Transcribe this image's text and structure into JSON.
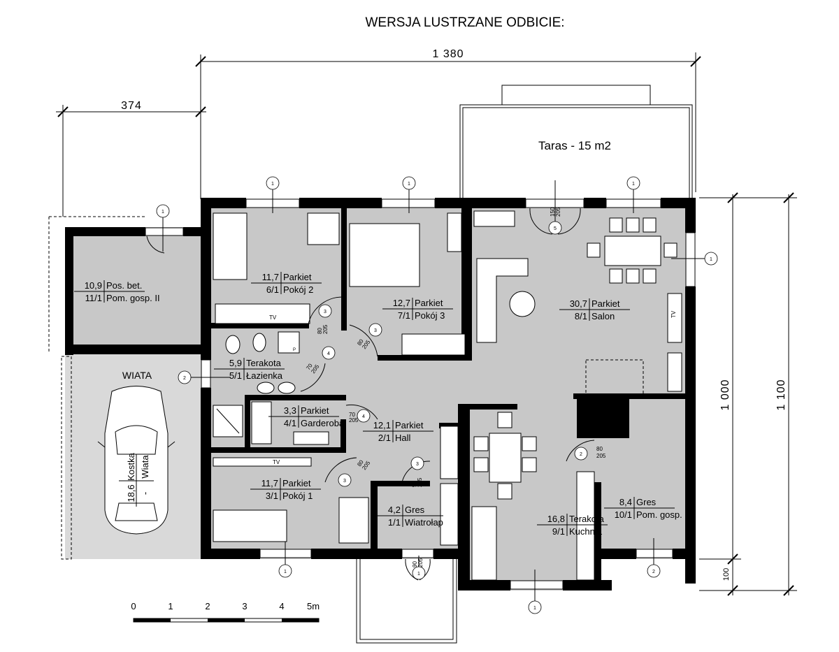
{
  "title": "WERSJA  LUSTRZANE ODBICIE:",
  "dimensions": {
    "total_width": "1 380",
    "annex_width": "374",
    "total_depth": "1 100",
    "main_depth": "1 000",
    "offset": "100"
  },
  "terrace_label": "Taras - 15 m2",
  "carport_label": "WIATA",
  "carport_tag": {
    "area": "18,6",
    "floor": "Kostka",
    "sep": "-",
    "name": "Wiata"
  },
  "rooms": [
    {
      "area": "10,9",
      "floor": "Pos. bet.",
      "num": "11/1",
      "name": "Pom. gosp. II"
    },
    {
      "area": "11,7",
      "floor": "Parkiet",
      "num": "6/1",
      "name": "Pokój 2"
    },
    {
      "area": "12,7",
      "floor": "Parkiet",
      "num": "7/1",
      "name": "Pokój 3"
    },
    {
      "area": "30,7",
      "floor": "Parkiet",
      "num": "8/1",
      "name": "Salon"
    },
    {
      "area": "5,9",
      "floor": "Terakota",
      "num": "5/1",
      "name": "Łazienka"
    },
    {
      "area": "3,3",
      "floor": "Parkiet",
      "num": "4/1",
      "name": "Garderoba"
    },
    {
      "area": "12,1",
      "floor": "Parkiet",
      "num": "2/1",
      "name": "Hall"
    },
    {
      "area": "11,7",
      "floor": "Parkiet",
      "num": "3/1",
      "name": "Pokój 1"
    },
    {
      "area": "4,2",
      "floor": "Gres",
      "num": "1/1",
      "name": "Wiatrołap"
    },
    {
      "area": "16,8",
      "floor": "Terakota",
      "num": "9/1",
      "name": "Kuchnia"
    },
    {
      "area": "8,4",
      "floor": "Gres",
      "num": "10/1",
      "name": "Pom. gosp."
    }
  ],
  "door_dims": {
    "d80": "80",
    "d70": "70",
    "d91": "91",
    "d90": "90",
    "d150": "150",
    "h": "205"
  },
  "tags": {
    "one": "1",
    "two": "2",
    "three": "3",
    "four": "4",
    "five": "5",
    "tv": "TV",
    "p": "P"
  },
  "scale": {
    "labels": [
      "0",
      "1",
      "2",
      "3",
      "4",
      "5m"
    ]
  }
}
